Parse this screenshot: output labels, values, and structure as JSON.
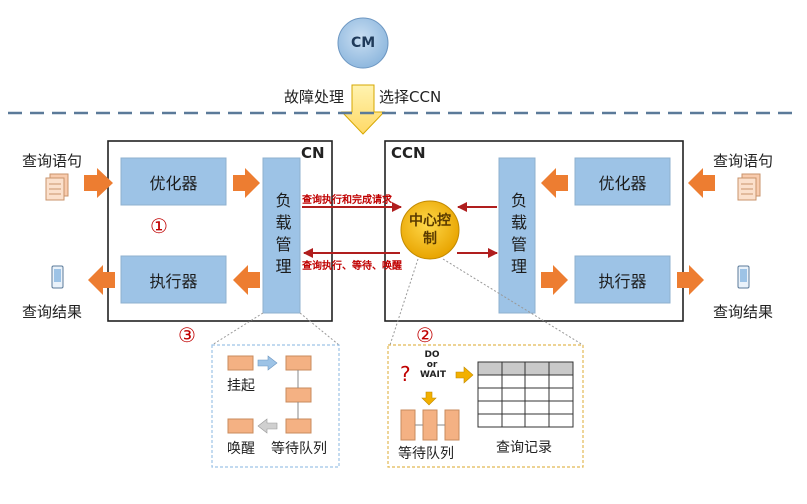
{
  "cm": {
    "label": "CM"
  },
  "top": {
    "fault_handling": "故障处理",
    "select_ccn": "选择CCN"
  },
  "cn": {
    "title": "CN",
    "query_input": "查询语句",
    "query_result": "查询结果",
    "optimizer": "优化器",
    "executor": "执行器",
    "load_mgmt": "负载管理",
    "step1": "①",
    "step3": "③"
  },
  "ccn": {
    "title": "CCN",
    "query_input": "查询语句",
    "query_result": "查询结果",
    "optimizer": "优化器",
    "executor": "执行器",
    "load_mgmt": "负载管理",
    "center_control": "中心控制",
    "step2": "②"
  },
  "messages": {
    "request": "查询执行和完成请求",
    "reply": "查询执行、等待、唤醒"
  },
  "detail_cn": {
    "suspend": "挂起",
    "wakeup": "唤醒",
    "wait_queue": "等待队列"
  },
  "detail_ccn": {
    "question": "?",
    "do_or_wait": [
      "DO",
      "or",
      "WAIT"
    ],
    "wait_queue": "等待队列",
    "query_record": "查询记录"
  },
  "colors": {
    "box_blue": "#9dc3e6",
    "orange_arrow": "#ed7d31",
    "dark_red": "#b01e1e",
    "center_yellow": "#f2b000",
    "cm_blue": "#9dc3e6",
    "dashed_line": "#5b7a99",
    "queue_block": "#f4b183"
  }
}
